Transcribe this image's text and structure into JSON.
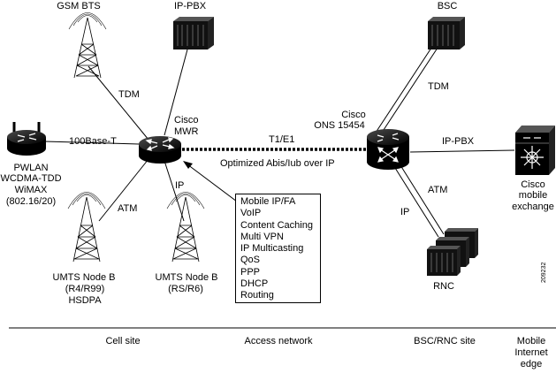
{
  "nodes": {
    "gsm_bts": "GSM BTS",
    "ip_pbx_top": "IP-PBX",
    "bsc": "BSC",
    "cisco_mwr": [
      "Cisco",
      "MWR"
    ],
    "cisco_ons": [
      "Cisco",
      "ONS 15454"
    ],
    "pwlan": [
      "PWLAN",
      "WCDMA-TDD",
      "WiMAX",
      "(802.16/20)"
    ],
    "umts_b1": [
      "UMTS Node B",
      "(R4/R99)",
      "HSDPA"
    ],
    "umts_b2": [
      "UMTS Node B",
      "(RS/R6)"
    ],
    "rnc": "RNC",
    "mobile_exchange": [
      "Cisco",
      "mobile",
      "exchange"
    ]
  },
  "links": {
    "tdm_left": "TDM",
    "base_t": "100Base-T",
    "atm_left": "ATM",
    "ip_left": "IP",
    "t1e1": "T1/E1",
    "optimized": "Optimized Abis/Iub over IP",
    "tdm_right": "TDM",
    "ip_pbx_right": "IP-PBX",
    "atm_right": "ATM",
    "ip_right": "IP"
  },
  "services": [
    "Mobile IP/FA",
    "VoIP",
    "Content Caching",
    "Multi VPN",
    "IP Multicasting",
    "QoS",
    "PPP",
    "DHCP",
    "Routing"
  ],
  "sections": {
    "cell_site": "Cell site",
    "access_network": "Access network",
    "bsc_rnc_site": "BSC/RNC site",
    "mobile_edge": [
      "Mobile",
      "Internet",
      "edge"
    ]
  },
  "figure_number": "209232"
}
